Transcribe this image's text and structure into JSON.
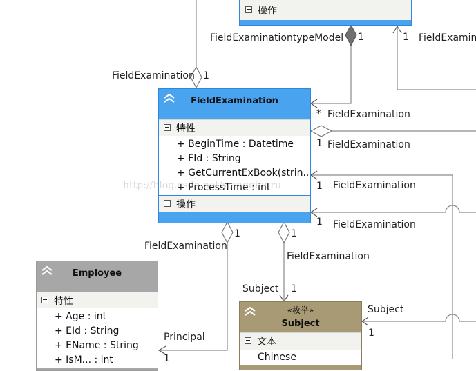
{
  "sections": {
    "attributes": "特性",
    "operations": "操作",
    "text": "文本"
  },
  "top_class": {
    "operations_label": "操作"
  },
  "field_examination": {
    "title": "FieldExamination",
    "attributes": [
      "+ BeginTime : Datetime",
      "+ FId : String",
      "+ GetCurrentExBook(strin...",
      "+ ProcessTime : int"
    ]
  },
  "employee": {
    "title": "Employee",
    "attributes": [
      "+ Age : int",
      "+ EId : String",
      "+ EName : String",
      "+ IsM... : int"
    ]
  },
  "subject": {
    "stereotype": "«枚举»",
    "title": "Subject",
    "items": [
      "Chinese"
    ]
  },
  "labels": {
    "fe_type_model": "FieldExaminationtypeModel",
    "mult_1_diamond_top": "1",
    "mult_1_arrow_top": "1",
    "fe_right_top": "FieldExamina",
    "fe_left": "FieldExamination",
    "mult_1_left": "1",
    "mult_star": "*",
    "fe_star": "FieldExamination",
    "mult_1_r1": "1",
    "fe_r1": "FieldExamination",
    "mult_1_r2": "1",
    "fe_r2": "FieldExamination",
    "mult_1_r3": "1",
    "fe_r3": "FieldExamination",
    "fe_bottom_left": "FieldExamination",
    "mult_1_bl": "1",
    "mult_1_bm": "1",
    "fe_bottom_mid": "FieldExamination",
    "subject_lbl": "Subject",
    "mult_1_subj": "1",
    "subject_right": "Subject",
    "mult_1_subj_r": "1",
    "principal": "Principal",
    "mult_1_principal": "1",
    "mult_1_top_right": "1"
  },
  "watermark": "http://blog.csdn.net/wangqingru",
  "colors": {
    "fe_header": "#4aa3ee",
    "fe_border": "#2e86e0",
    "employee_header": "#a7a7a7",
    "subject_header": "#a89a74",
    "section_bg": "#f2f2ef",
    "line": "#8a8a8a"
  }
}
